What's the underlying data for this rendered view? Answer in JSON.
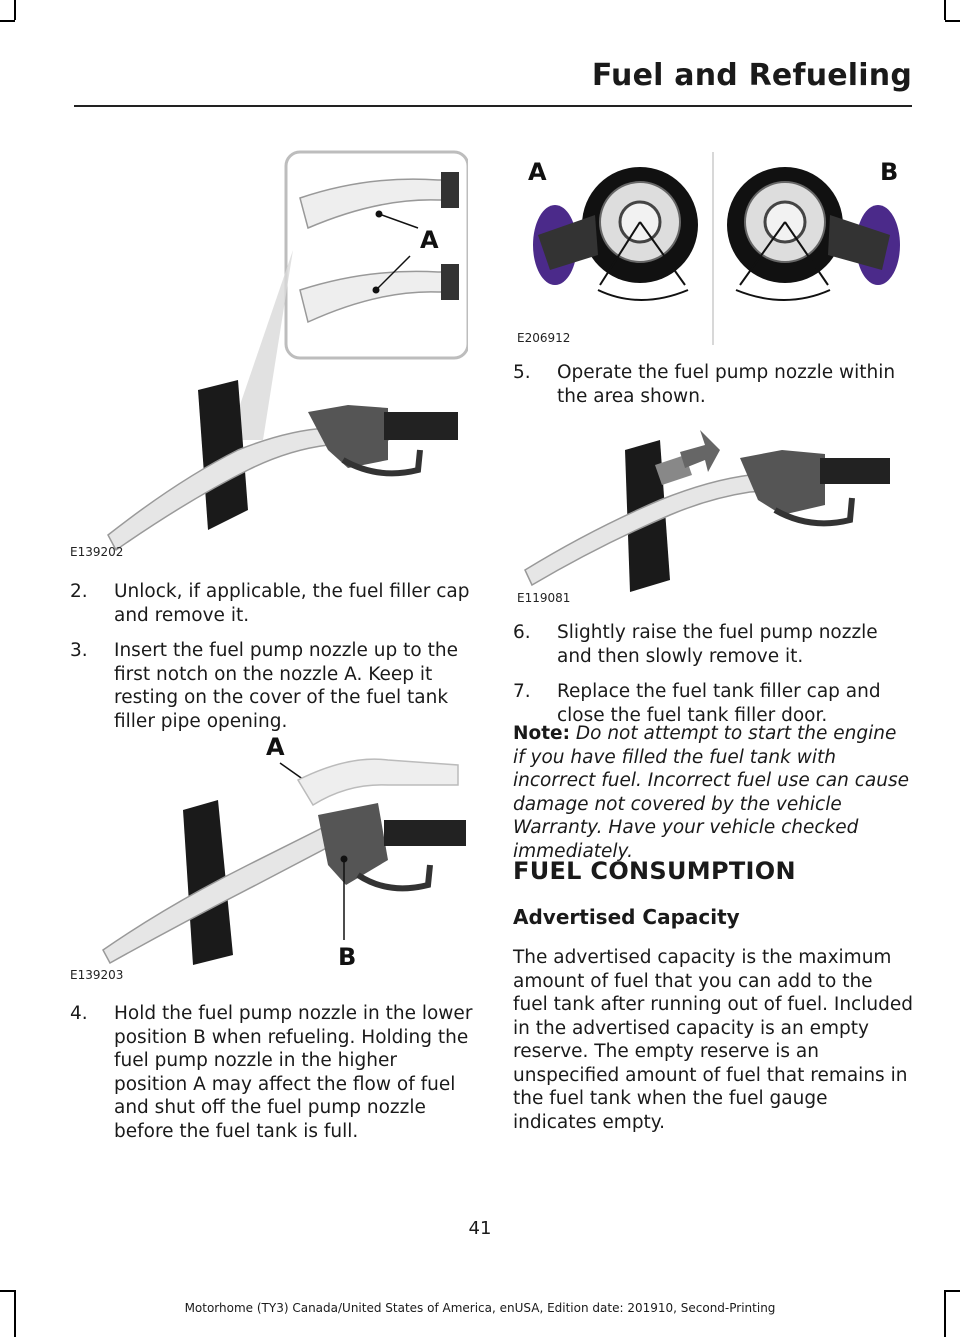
{
  "header": {
    "title": "Fuel and Refueling"
  },
  "figures": {
    "fig1": {
      "id": "E139202",
      "callout_a": "A"
    },
    "fig2": {
      "id": "E206912",
      "callout_a": "A",
      "callout_b": "B"
    },
    "fig3": {
      "id": "E119081"
    },
    "fig4": {
      "id": "E139203",
      "callout_a": "A",
      "callout_b": "B"
    }
  },
  "steps": [
    {
      "num": "2.",
      "text": "Unlock, if applicable, the fuel filler cap and remove it."
    },
    {
      "num": "3.",
      "text": "Insert the fuel pump nozzle up to the first notch on the nozzle A.  Keep it resting on the cover of the fuel tank filler pipe opening."
    },
    {
      "num": "4.",
      "text": "Hold the fuel pump nozzle in the lower position B when refueling. Holding the fuel pump nozzle in the higher position A may affect the flow of fuel and shut off the fuel pump nozzle before the fuel tank is full."
    },
    {
      "num": "5.",
      "text": "Operate the fuel pump nozzle within the area shown."
    },
    {
      "num": "6.",
      "text": "Slightly raise the fuel pump nozzle and then slowly remove it."
    },
    {
      "num": "7.",
      "text": "Replace the fuel tank filler cap and close the fuel tank filler door."
    }
  ],
  "note": {
    "label": "Note:",
    "text": "Do not attempt to start the engine if you have filled the fuel tank with incorrect fuel. Incorrect fuel use can cause damage not covered by the vehicle Warranty. Have your vehicle checked immediately."
  },
  "section": {
    "heading": "FUEL CONSUMPTION",
    "subheading": "Advertised Capacity",
    "paragraph": "The advertised capacity is the maximum amount of fuel that you can add to the fuel tank after running out of fuel. Included in the advertised capacity is an empty reserve. The empty reserve is an unspecified amount of fuel that remains in the fuel tank when the fuel gauge indicates empty."
  },
  "page_number": "41",
  "footer": "Motorhome (TY3) Canada/United States of America, enUSA, Edition date: 201910, Second-Printing"
}
